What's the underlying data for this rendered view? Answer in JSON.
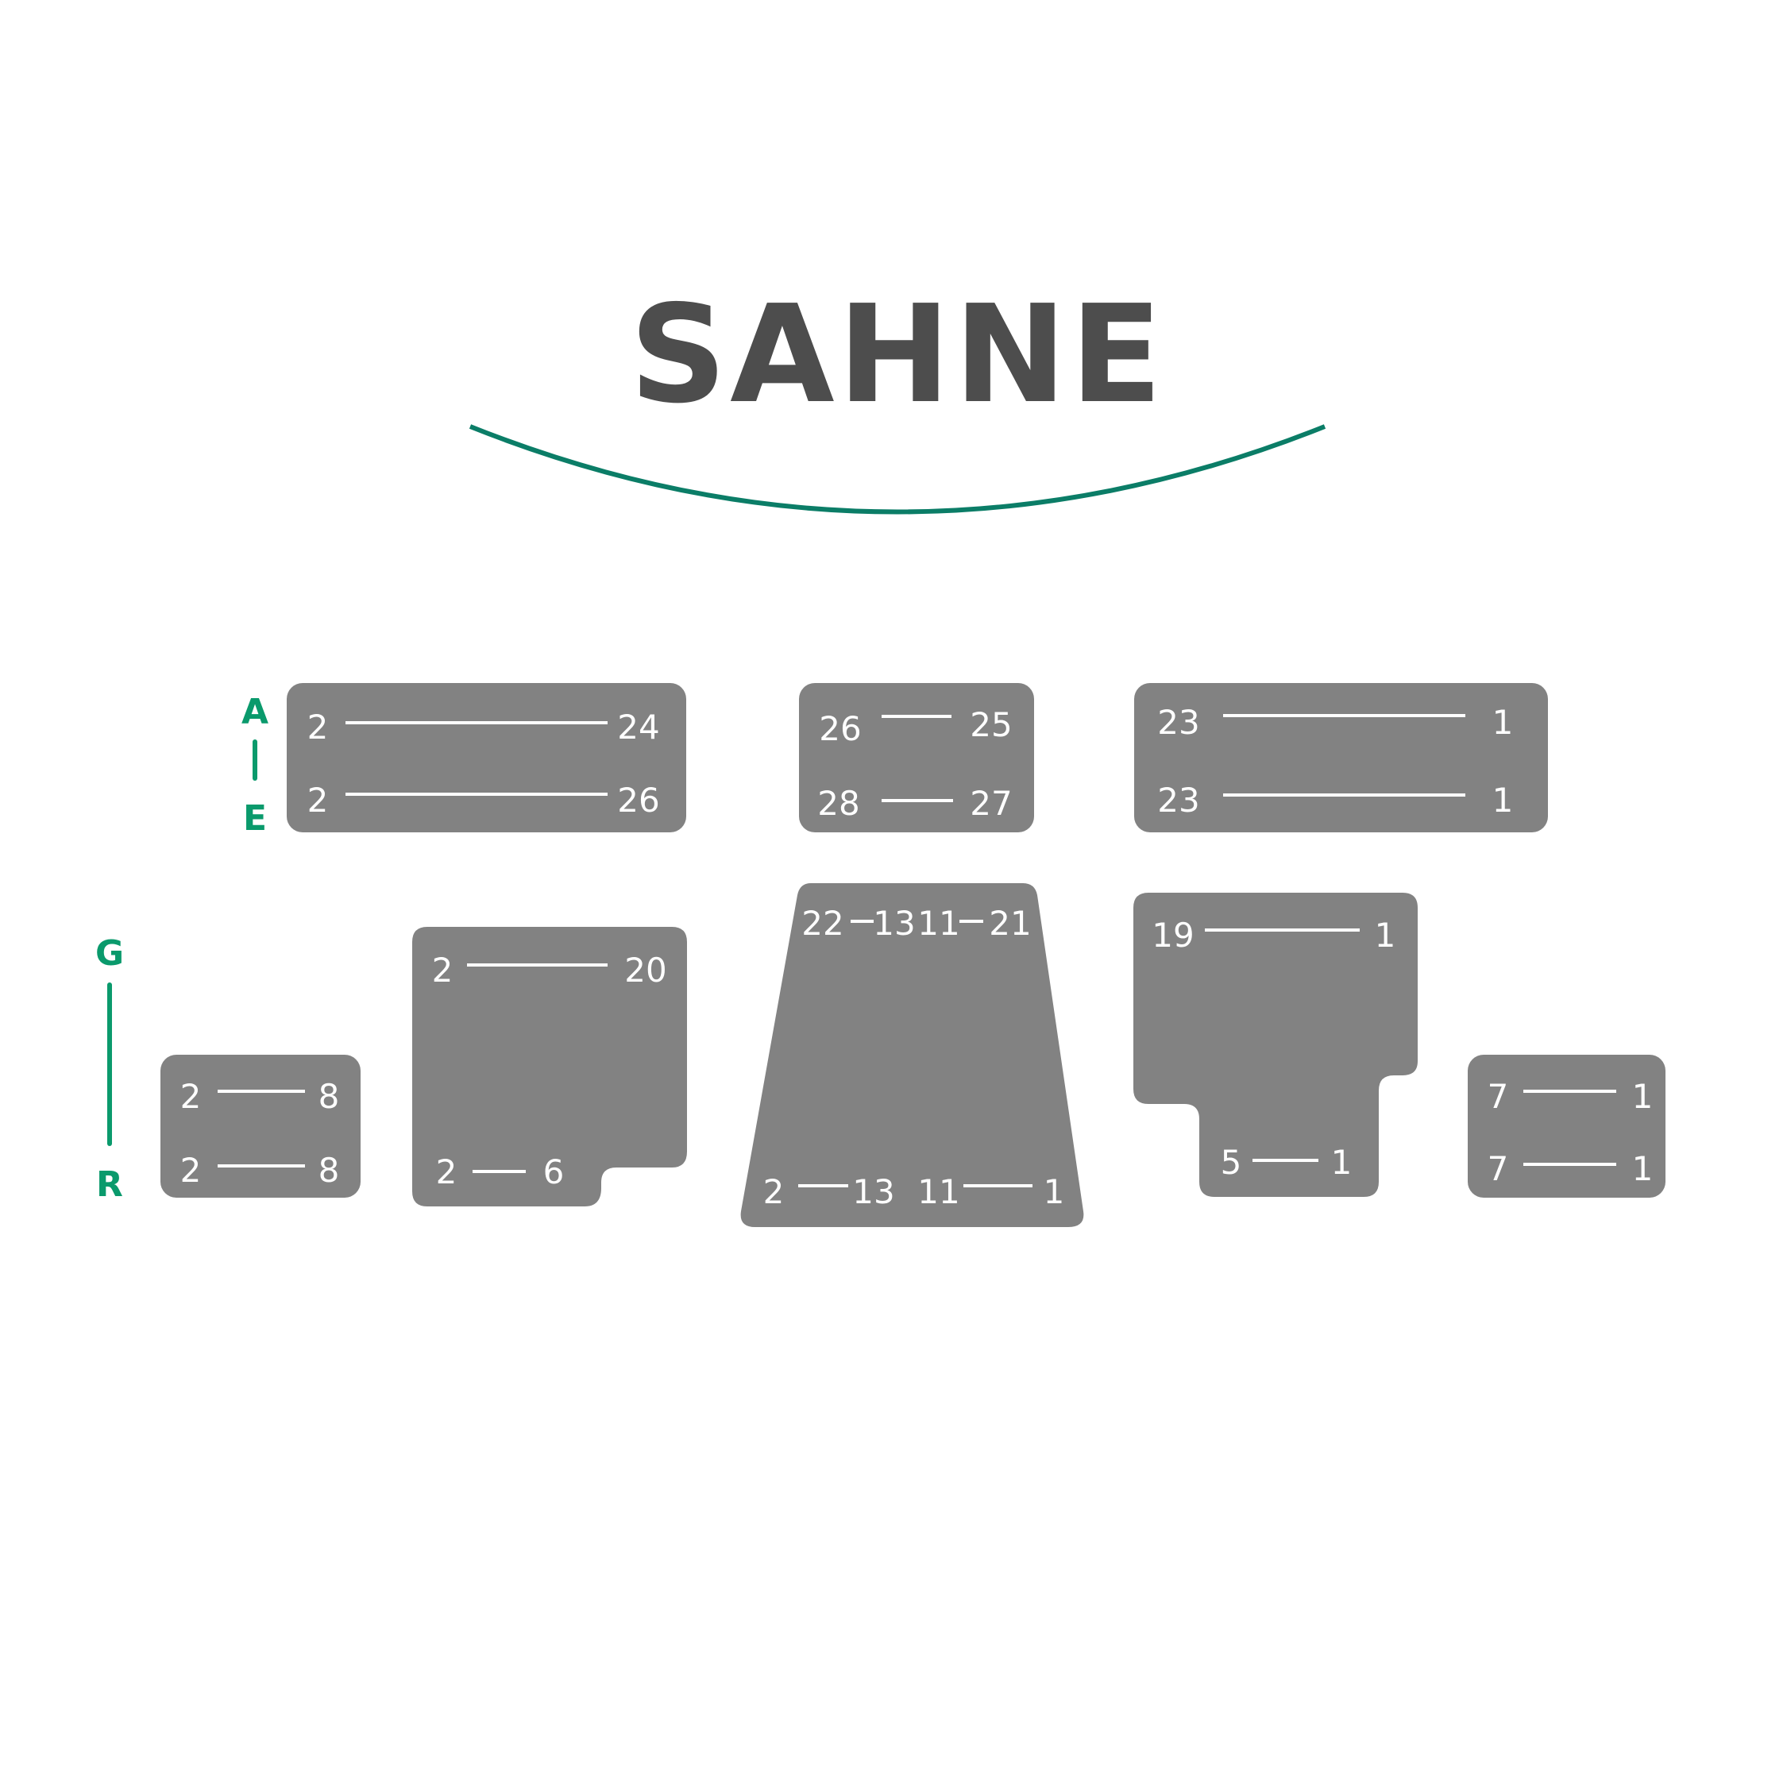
{
  "stage": {
    "label": "SAHNE",
    "arc_color": "#0b7d67"
  },
  "tiers": {
    "upper": {
      "top_letter": "A",
      "bottom_letter": "E"
    },
    "lower": {
      "top_letter": "G",
      "bottom_letter": "R"
    },
    "color": "#0a9a6c"
  },
  "blocks": {
    "upper_left": {
      "row1": {
        "start": "2",
        "end": "24"
      },
      "row2": {
        "start": "2",
        "end": "26"
      }
    },
    "upper_center": {
      "row1": {
        "start": "26",
        "end": "25"
      },
      "row2": {
        "start": "28",
        "end": "27"
      }
    },
    "upper_right": {
      "row1": {
        "start": "23",
        "end": "1"
      },
      "row2": {
        "start": "23",
        "end": "1"
      }
    },
    "lower_far_left": {
      "row1": {
        "start": "2",
        "end": "8"
      },
      "row2": {
        "start": "2",
        "end": "8"
      }
    },
    "lower_left": {
      "top": {
        "start": "2",
        "end": "20"
      },
      "bottom": {
        "start": "2",
        "end": "6"
      }
    },
    "lower_center": {
      "top_left": {
        "start": "22",
        "end": "13"
      },
      "top_right": {
        "start": "11",
        "end": "21"
      },
      "bottom_left": {
        "start": "2",
        "end": "13"
      },
      "bottom_right": {
        "start": "11",
        "end": "1"
      }
    },
    "lower_right": {
      "top": {
        "start": "19",
        "end": "1"
      },
      "bottom": {
        "start": "5",
        "end": "1"
      }
    },
    "lower_far_right": {
      "row1": {
        "start": "7",
        "end": "1"
      },
      "row2": {
        "start": "7",
        "end": "1"
      }
    }
  },
  "colors": {
    "block_fill": "#828282",
    "seat_text": "#ffffff",
    "title": "#4d4d4d"
  }
}
